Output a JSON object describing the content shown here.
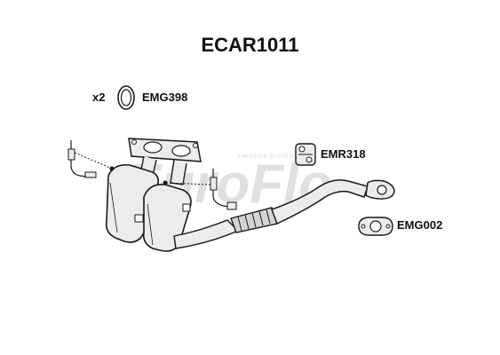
{
  "title": "ECAR1011",
  "parts": {
    "gasket_ring": {
      "qty": "x2",
      "code": "EMG398"
    },
    "rubber_mount": {
      "code": "EMR318"
    },
    "flange_gasket": {
      "code": "EMG002"
    }
  },
  "watermark": {
    "brand": "EuroFlo",
    "tagline": "EMISSION SYSTEMS",
    "color": "#c8c8c8",
    "accent": "#e8a8a8"
  },
  "line_color": "#1a1a1a",
  "fill_color": "#ececec"
}
